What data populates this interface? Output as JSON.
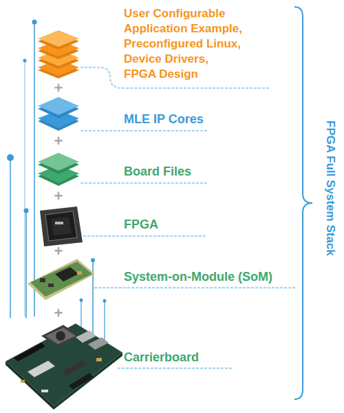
{
  "diagram": {
    "labels": [
      "User Configurable Application Example, Preconfigured Linux, Device Drivers, FPGA Design",
      "+",
      "MLE IP Cores",
      "+",
      "Board Files",
      "+",
      "FPGA",
      "+",
      "System-on-Module (SoM)",
      "+",
      "Carrierboard",
      "FPGA Full System Stack"
    ]
  }
}
